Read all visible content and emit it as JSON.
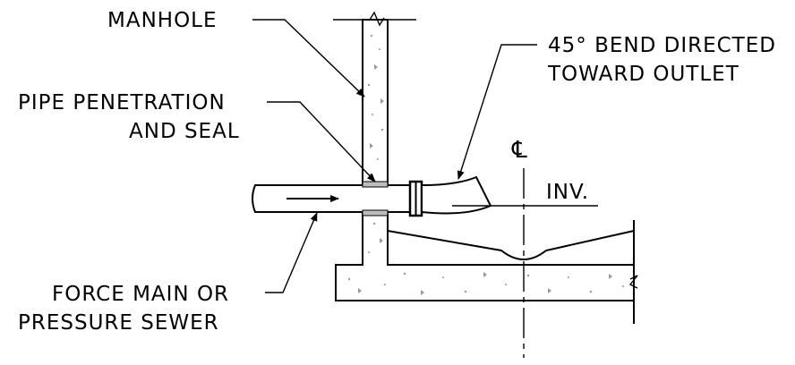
{
  "labels": {
    "manhole": "MANHOLE",
    "penetration_line1": "PIPE PENETRATION",
    "penetration_line2": "AND SEAL",
    "bend_line1": "45° BEND DIRECTED",
    "bend_line2": "TOWARD OUTLET",
    "centerline": "℄",
    "invert": "INV.",
    "force_main_line1": "FORCE MAIN OR",
    "force_main_line2": "PRESSURE SEWER"
  }
}
